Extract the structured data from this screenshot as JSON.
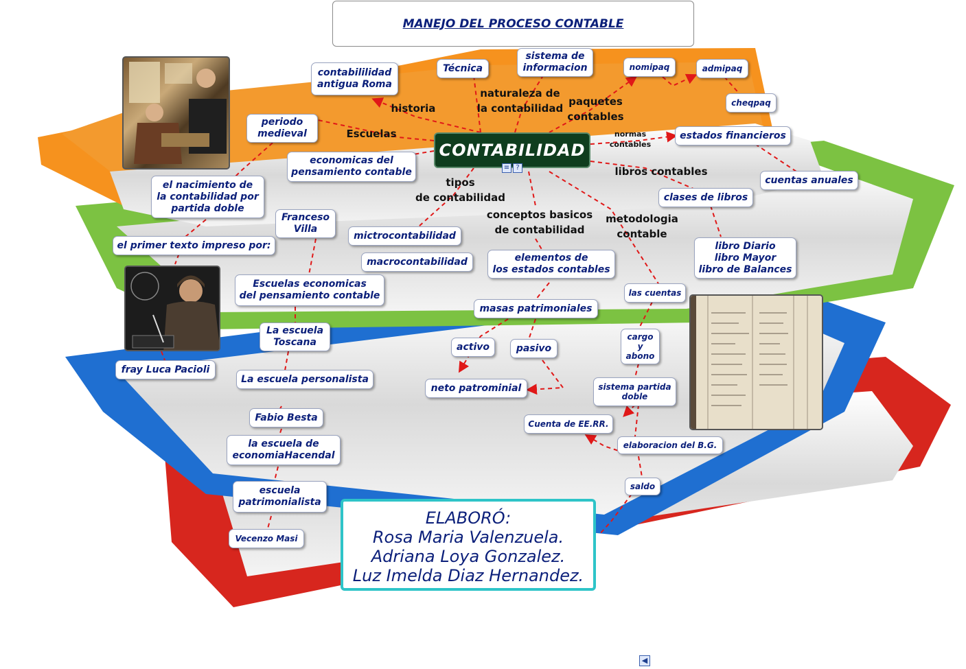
{
  "title": "MANEJO DEL PROCESO CONTABLE",
  "center": "CONTABILIDAD",
  "icons": {
    "note": "note-icon",
    "help": "help-icon",
    "speaker": "speaker-icon"
  },
  "colors": {
    "node_text": "#0b1f7a",
    "center_fill": "#0f3d1e",
    "connector": "#e01818",
    "credits_border": "#2ec4c8",
    "book_orange": "#f6921e",
    "book_green": "#7cc242",
    "book_blue": "#1f6fd1",
    "book_red": "#d7261e"
  },
  "labels": {
    "historia": "historia",
    "escuelas": "Escuelas",
    "naturaleza": "naturaleza de\nla contabilidad",
    "paquetes": "paquetes\ncontables",
    "normas": "normas\ncontables",
    "libros": "libros contables",
    "tipos": "tipos\nde contabilidad",
    "conceptos": "conceptos basicos\nde contabilidad",
    "metodologia": "metodologia\ncontable"
  },
  "nodes": {
    "roma": "contabililidad\nantigua Roma",
    "tecnica": "Técnica",
    "sistema_info": "sistema de\ninformacion",
    "nomipaq": "nomipaq",
    "admipaq": "admipaq",
    "cheqpaq": "cheqpaq",
    "medieval": "periodo\nmedieval",
    "estados_fin": "estados financieros",
    "econ_pens": "economicas del\npensamiento contable",
    "nacimiento": "el nacimiento de\nla contabilidad por\npartida doble",
    "cuentas_anuales": "cuentas anuales",
    "clases_libros": "clases de libros",
    "franceso": "Franceso\nVilla",
    "micro": "mictrocontabilidad",
    "primer_texto": "el primer texto impreso por:",
    "libros_list": "libro Diario\nlibro Mayor\nlibro de Balances",
    "macro": "macrocontabilidad",
    "elementos": "elementos de\nlos estados contables",
    "escuelas_econ": "Escuelas economicas\ndel pensamiento contable",
    "las_cuentas": "las cuentas",
    "masas": "masas patrimoniales",
    "toscana": "La escuela\nToscana",
    "cargo": "cargo\ny\nabono",
    "activo": "activo",
    "pasivo": "pasivo",
    "pacioli": "fray Luca Pacioli",
    "personalista": "La escuela personalista",
    "neto": "neto patrominial",
    "partida_doble": "sistema partida\ndoble",
    "besta": "Fabio Besta",
    "eerr": "Cuenta de EE.RR.",
    "hacendal": "la escuela de\neconomiaHacendal",
    "bg": "elaboracion del B.G.",
    "saldo": "saldo",
    "patrimonialista": "escuela\npatrimonialista",
    "masi": "Vecenzo Masi"
  },
  "credits": {
    "heading": "ELABORÓ:",
    "line1": "Rosa Maria Valenzuela.",
    "line2": "Adriana Loya Gonzalez.",
    "line3": "Luz Imelda Diaz Hernandez."
  }
}
